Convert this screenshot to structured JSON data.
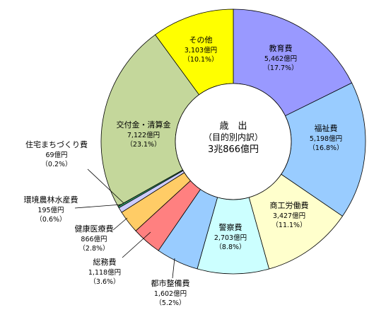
{
  "chart_data": {
    "type": "pie",
    "center": {
      "title": "歳　出",
      "subtitle": "（目的別内訳）",
      "total": "3兆866億円"
    },
    "slices": [
      {
        "name": "教育費",
        "amount": "5,462億円",
        "percent": "（17.7%）",
        "value": 5462,
        "color": "#9999ff"
      },
      {
        "name": "福祉費",
        "amount": "5,198億円",
        "percent": "（16.8%）",
        "value": 5198,
        "color": "#99ccff"
      },
      {
        "name": "商工労働費",
        "amount": "3,427億円",
        "percent": "（11.1%）",
        "value": 3427,
        "color": "#ffffcc"
      },
      {
        "name": "警察費",
        "amount": "2,703億円",
        "percent": "（8.8%）",
        "value": 2703,
        "color": "#ccffff"
      },
      {
        "name": "都市整備費",
        "amount": "1,602億円",
        "percent": "（5.2%）",
        "value": 1602,
        "color": "#99ccff"
      },
      {
        "name": "総務費",
        "amount": "1,118億円",
        "percent": "（3.6%）",
        "value": 1118,
        "color": "#ff8080"
      },
      {
        "name": "健康医療費",
        "amount": "866億円",
        "percent": "（2.8%）",
        "value": 866,
        "color": "#ffcc66"
      },
      {
        "name": "環境農林水産費",
        "amount": "195億円",
        "percent": "（0.6%）",
        "value": 195,
        "color": "#ccccff"
      },
      {
        "name": "住宅まちづくり費",
        "amount": "69億円",
        "percent": "（0.2%）",
        "value": 69,
        "color": "#339966"
      },
      {
        "name": "交付金・清算金",
        "amount": "7,122億円",
        "percent": "（23.1%）",
        "value": 7122,
        "color": "#c4d79b"
      },
      {
        "name": "その他",
        "amount": "3,103億円",
        "percent": "（10.1%）",
        "value": 3103,
        "color": "#ffff00"
      }
    ]
  }
}
